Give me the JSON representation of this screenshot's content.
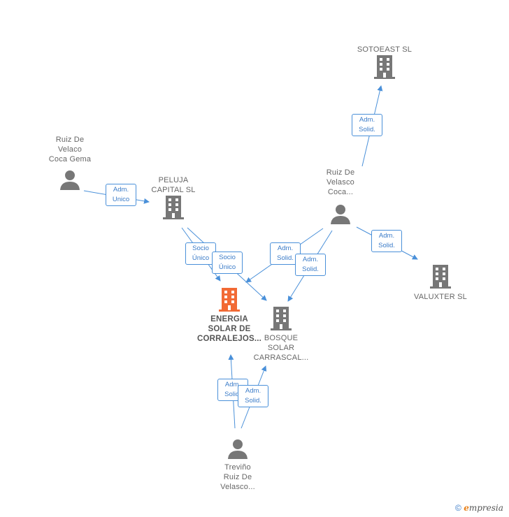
{
  "nodes": {
    "sotoeast": {
      "label": "SOTOEAST  SL"
    },
    "ruiz_gema": {
      "label": "Ruiz De\nVelaco\nCoca Gema"
    },
    "peluja": {
      "label": "PELUJA\nCAPITAL  SL"
    },
    "ruiz_coca": {
      "label": "Ruiz De\nVelasco\nCoca..."
    },
    "valuxter": {
      "label": "VALUXTER  SL"
    },
    "energia": {
      "label": "ENERGIA\nSOLAR DE\nCORRALEJOS..."
    },
    "bosque": {
      "label": "BOSQUE\nSOLAR\nCARRASCAL..."
    },
    "trevino": {
      "label": "Treviño\nRuiz De\nVelasco..."
    }
  },
  "edges": {
    "sotoeast": {
      "label": "Adm.\nSolid."
    },
    "peluja_admin": {
      "label": "Adm.\nUnico"
    },
    "peluja_energia": {
      "label": "Socio\nÚnico"
    },
    "peluja_bosque": {
      "label": "Socio\nÚnico"
    },
    "ruiz_energia": {
      "label": "Adm.\nSolid."
    },
    "ruiz_bosque": {
      "label": "Adm.\nSolid."
    },
    "valuxter": {
      "label": "Adm.\nSolid."
    },
    "trevino_energia": {
      "label": "Adm.\nSolid."
    },
    "trevino_bosque": {
      "label": "Adm.\nSolid."
    }
  },
  "colors": {
    "company": "#777777",
    "main_company": "#f26a35",
    "person": "#777777",
    "edge": "#4a90d9"
  },
  "footer": {
    "copyright": "©",
    "brand_e": "e",
    "brand_rest": "mpresia"
  }
}
